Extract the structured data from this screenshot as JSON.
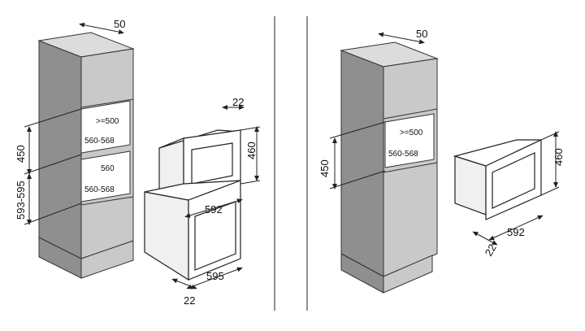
{
  "left_figure": {
    "depth_top": "50",
    "niche_depth_upper": ">=500",
    "niche_width_upper": "560-568",
    "niche_depth_lower": "560",
    "niche_width_lower": "560-568",
    "height_upper": "450",
    "height_lower": "593-595",
    "micro_frame_offset": "22",
    "micro_height": "460",
    "micro_width": "592",
    "oven_width": "595",
    "oven_frame_offset": "22"
  },
  "right_figure": {
    "depth_top": "50",
    "niche_depth": ">=500",
    "niche_width": "560-568",
    "height": "450",
    "micro_height": "460",
    "micro_width": "592",
    "micro_frame_offset": "22"
  }
}
